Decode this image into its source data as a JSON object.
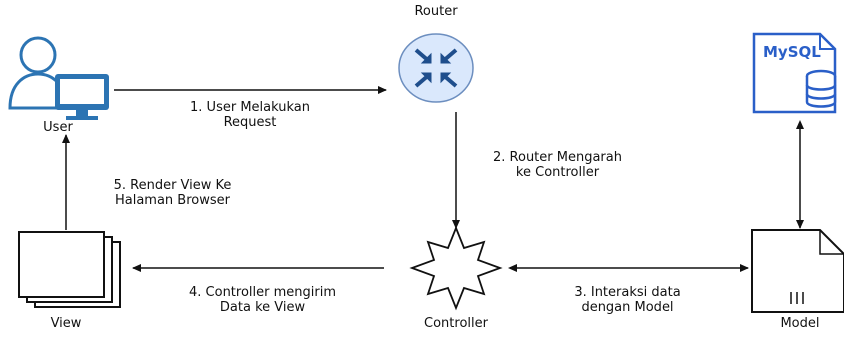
{
  "nodes": {
    "user": "User",
    "router": "Router",
    "controller": "Controller",
    "view": "View",
    "model": "Model",
    "mysql": "MySQL"
  },
  "steps": {
    "s1_line1": "1. User Melakukan",
    "s1_line2": "Request",
    "s2_line1": "2. Router Mengarah",
    "s2_line2": "ke Controller",
    "s3_line1": "3. Interaksi data",
    "s3_line2": "dengan Model",
    "s4_line1": "4. Controller mengirim",
    "s4_line2": "Data ke View",
    "s5_line1": "5. Render View Ke",
    "s5_line2": "Halaman Browser"
  },
  "colors": {
    "router_fill": "#dae8fc",
    "router_arrows": "#1f4e8c",
    "user_blue": "#2c74b3",
    "mysql_blue": "#2a5fc8",
    "line": "#111111"
  }
}
